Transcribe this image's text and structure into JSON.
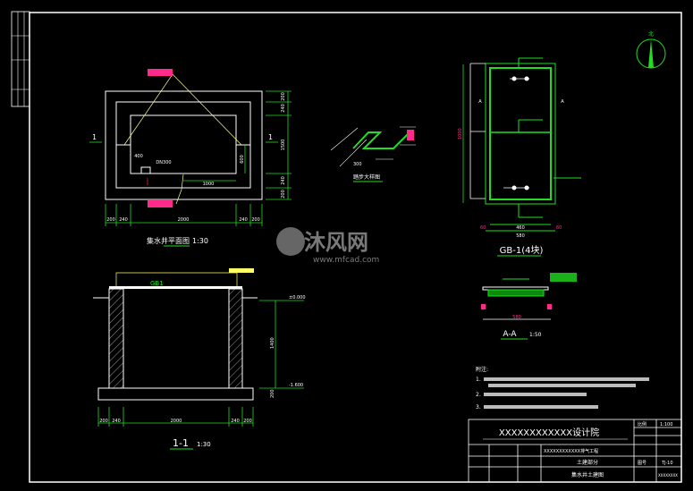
{
  "colors": {
    "background": "#000000",
    "line": "#ffffff",
    "dimension": "#22dd22",
    "annotation": "#ff2a8a",
    "leader": "#ffff66"
  },
  "plan": {
    "title": "集水井平面图",
    "scale": "1:30",
    "section_mark": "1",
    "dims_bottom": [
      "200",
      "240",
      "2000",
      "240",
      "200"
    ],
    "dims_right": [
      "200",
      "240",
      "1500",
      "240",
      "200"
    ],
    "inner_dims": {
      "offset": "400",
      "width": "1000",
      "height": "600",
      "pipe": "DN300"
    }
  },
  "stair": {
    "title": "踏步大样图",
    "dim": "300"
  },
  "cover": {
    "title": "GB-1(4块)",
    "dims": [
      "60",
      "460",
      "580",
      "1000"
    ],
    "section_mark": "A"
  },
  "section_aa": {
    "title": "A-A",
    "scale": "1:50",
    "dim": "580"
  },
  "section_11": {
    "title": "1-1",
    "scale": "1:30",
    "label": "GB1",
    "elev_top": "±0.000",
    "elev_bottom": "-1.600",
    "height": "1400",
    "slab": "200",
    "dims_bottom": [
      "200",
      "240",
      "2000",
      "240",
      "200"
    ]
  },
  "notes": {
    "heading": "附注:",
    "items": [
      "1.",
      "2.",
      "3."
    ]
  },
  "title_block": {
    "institute": "XXXXXXXXXXXX设计院",
    "scale_label": "比例",
    "scale_value": "1:100",
    "project_value": "XXXXXXXXXXXX排气工程",
    "discipline": "土建部分",
    "drawing_name": "集水井土建图",
    "sheet_label": "图号",
    "sheet_value": "TJ-10",
    "code_value": "XXXXXXXX"
  },
  "watermark": {
    "brand": "沐风网",
    "url": "www.mfcad.com"
  },
  "compass": {
    "label": "北"
  }
}
